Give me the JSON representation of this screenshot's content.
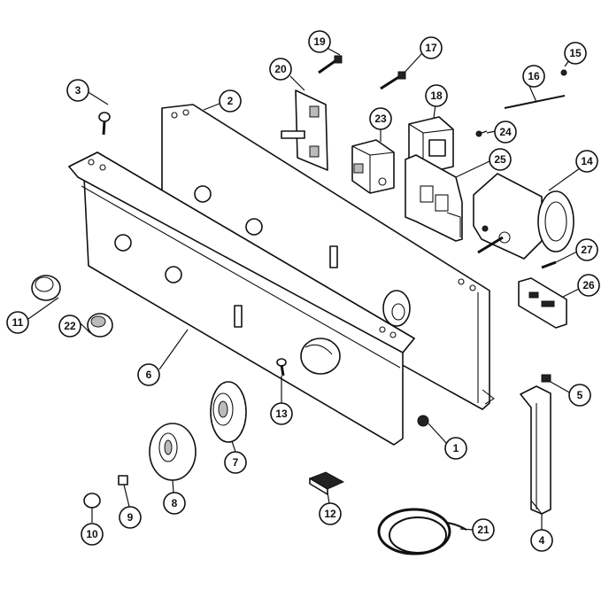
{
  "callouts": [
    {
      "id": "c1",
      "label": "1"
    },
    {
      "id": "c2",
      "label": "2"
    },
    {
      "id": "c3",
      "label": "3"
    },
    {
      "id": "c4",
      "label": "4"
    },
    {
      "id": "c5",
      "label": "5"
    },
    {
      "id": "c6",
      "label": "6"
    },
    {
      "id": "c7",
      "label": "7"
    },
    {
      "id": "c8",
      "label": "8"
    },
    {
      "id": "c9",
      "label": "9"
    },
    {
      "id": "c10",
      "label": "10"
    },
    {
      "id": "c11",
      "label": "11"
    },
    {
      "id": "c12",
      "label": "12"
    },
    {
      "id": "c13",
      "label": "13"
    },
    {
      "id": "c14",
      "label": "14"
    },
    {
      "id": "c15",
      "label": "15"
    },
    {
      "id": "c16",
      "label": "16"
    },
    {
      "id": "c17",
      "label": "17"
    },
    {
      "id": "c18",
      "label": "18"
    },
    {
      "id": "c19",
      "label": "19"
    },
    {
      "id": "c20",
      "label": "20"
    },
    {
      "id": "c21",
      "label": "21"
    },
    {
      "id": "c22",
      "label": "22"
    },
    {
      "id": "c23",
      "label": "23"
    },
    {
      "id": "c24",
      "label": "24"
    },
    {
      "id": "c25",
      "label": "25"
    },
    {
      "id": "c26",
      "label": "26"
    },
    {
      "id": "c27",
      "label": "27"
    }
  ]
}
